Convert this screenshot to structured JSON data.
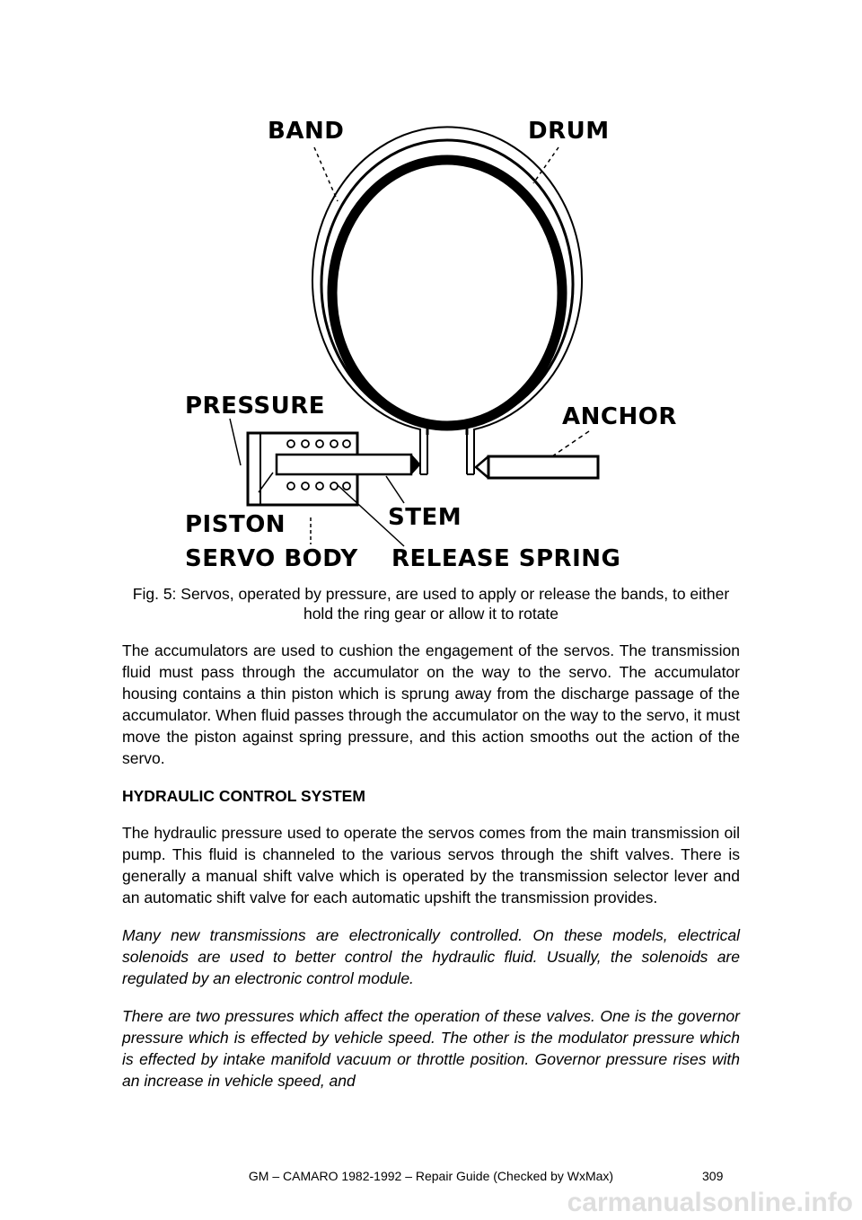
{
  "figure": {
    "labels": {
      "band": "BAND",
      "drum": "DRUM",
      "pressure": "PRESSURE",
      "anchor": "ANCHOR",
      "piston": "PISTON",
      "stem": "STEM",
      "servo_body": "SERVO BODY",
      "release_spring": "RELEASE SPRING"
    },
    "caption": "Fig. 5: Servos, operated by pressure, are used to apply or release the bands, to either hold the ring gear or allow it to rotate"
  },
  "body": {
    "paragraph_1": "The accumulators are used to cushion the engagement of the servos. The transmission fluid must pass through the accumulator on the way to the servo. The accumulator housing contains a thin piston which is sprung away from the discharge passage of the accumulator. When fluid passes through the accumulator on the way to the servo, it must move the piston against spring pressure, and this action smooths out the action of the servo.",
    "heading": "HYDRAULIC CONTROL SYSTEM",
    "paragraph_2": "The hydraulic pressure used to operate the servos comes from the main transmission oil pump. This fluid is channeled to the various servos through the shift valves. There is generally a manual shift valve which is operated by the transmission selector lever and an automatic shift valve for each automatic upshift the transmission provides.",
    "paragraph_3": "Many new transmissions are electronically controlled. On these models, electrical solenoids are used to better control the hydraulic fluid. Usually, the solenoids are regulated by an electronic control module.",
    "paragraph_4": "There are two pressures which affect the operation of these valves. One is the governor pressure which is effected by vehicle speed. The other is the modulator pressure which is effected by intake manifold vacuum or throttle position. Governor pressure rises with an increase in vehicle speed, and"
  },
  "footer": {
    "title": "GM – CAMARO 1982-1992 – Repair Guide (Checked by WxMax)",
    "page_number": "309",
    "watermark": "carmanualsonline.info"
  }
}
